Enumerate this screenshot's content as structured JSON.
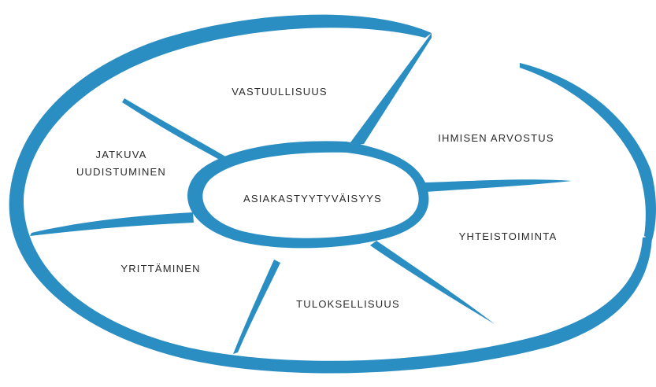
{
  "center": {
    "label": "ASIAKASTYYTYVÄISYYS"
  },
  "values": [
    {
      "id": "vastuullisuus",
      "label": "VASTUULLISUUS"
    },
    {
      "id": "ihmisen-arvostus",
      "label": "IHMISEN ARVOSTUS"
    },
    {
      "id": "yhteistoiminta",
      "label": "YHTEISTOIMINTA"
    },
    {
      "id": "tuloksellisuus",
      "label": "TULOKSELLISUUS"
    },
    {
      "id": "yrittaminen",
      "label": "YRITTÄMINEN"
    },
    {
      "id": "jatkuva-uudistuminen",
      "label_line1": "JATKUVA",
      "label_line2": "UUDISTUMINEN"
    }
  ],
  "colors": {
    "stroke": "#2b8ec2",
    "text": "#2a2a2a",
    "background": "#ffffff"
  }
}
